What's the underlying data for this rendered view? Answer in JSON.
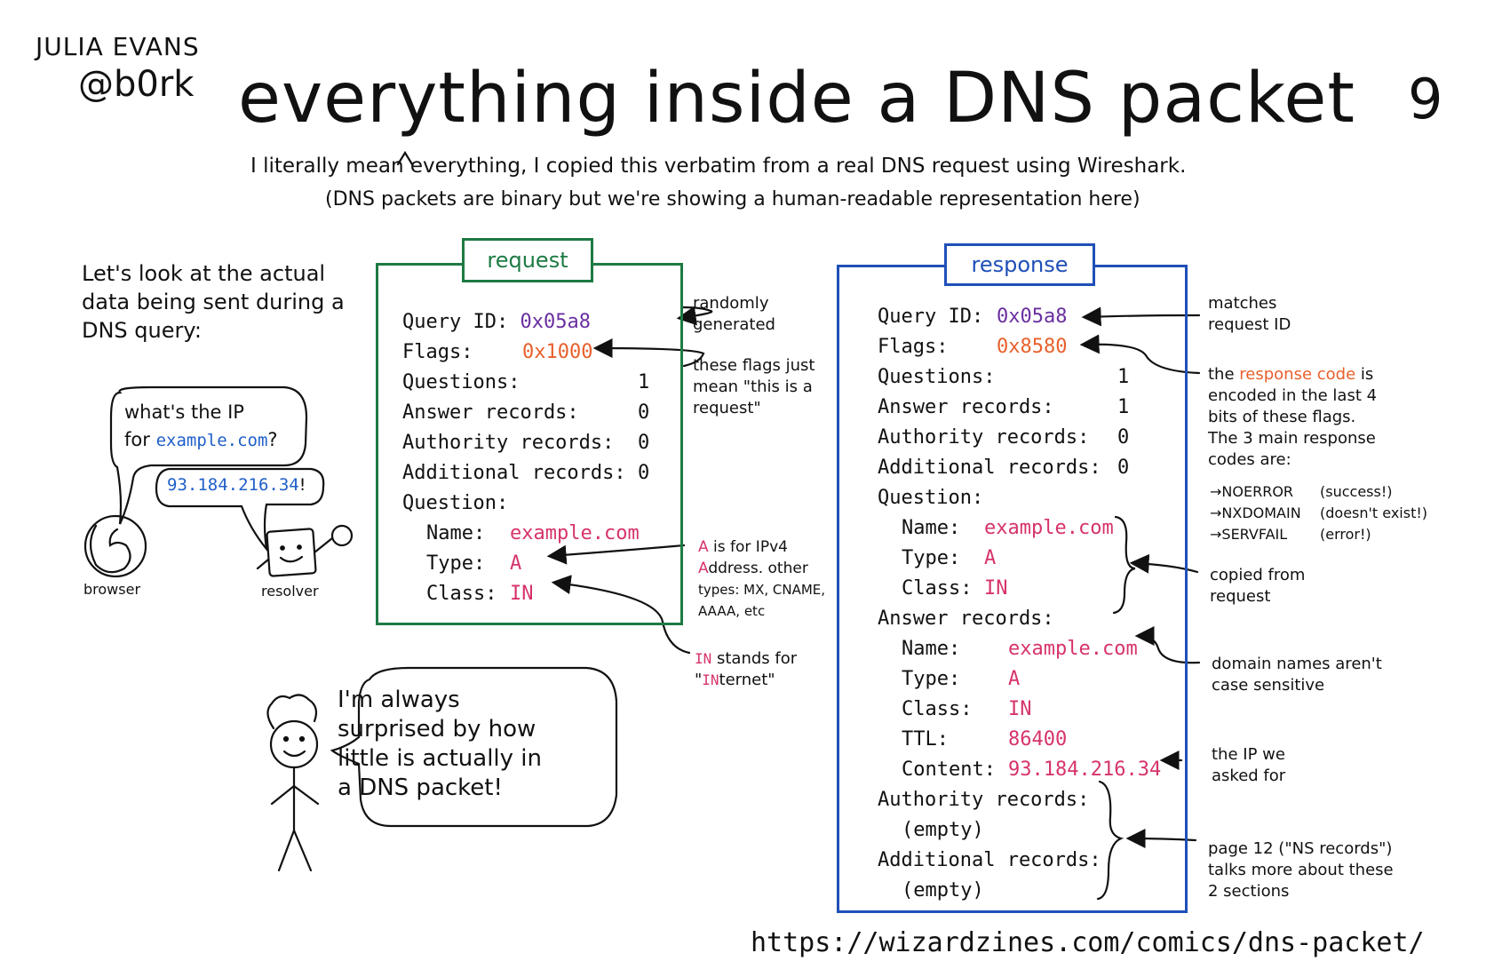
{
  "author": {
    "name": "JULIA EVANS",
    "handle": "@b0rk"
  },
  "title": "everything inside a DNS packet",
  "page_number": "9",
  "subtitle_1": "I literally mean everything, I copied this verbatim from a real DNS request using Wireshark.",
  "subtitle_2": "(DNS packets are binary but we're showing a human-readable representation here)",
  "intro": "Let's look at the actual data being sent during a DNS query:",
  "scene": {
    "question": "what's the IP",
    "question_2": "for",
    "question_domain": "example.com",
    "question_end": "?",
    "answer_ip": "93.184.216.34",
    "answer_end": "!",
    "browser_label": "browser",
    "resolver_label": "resolver"
  },
  "request": {
    "label": "request",
    "query_id_label": "Query ID:",
    "query_id": "0x05a8",
    "flags_label": "Flags:",
    "flags": "0x1000",
    "questions_label": "Questions:",
    "questions": "1",
    "answer_records_label": "Answer records:",
    "answer_records": "0",
    "authority_records_label": "Authority records:",
    "authority_records": "0",
    "additional_records_label": "Additional records:",
    "additional_records": "0",
    "question_label": "Question:",
    "name_label": "Name:",
    "name": "example.com",
    "type_label": "Type:",
    "type": "A",
    "class_label": "Class:",
    "class": "IN"
  },
  "request_notes": {
    "random_1": "randomly",
    "random_2": "generated",
    "flags_1": "these flags just",
    "flags_2": "mean \"this is a",
    "flags_3": "request\"",
    "a_1a": "A",
    "a_1b": " is for IPv4",
    "a_2a": "A",
    "a_2b": "ddress. other",
    "a_3": "types: MX, CNAME,",
    "a_4": "AAAA, etc",
    "in_1a": "IN",
    "in_1b": " stands for",
    "in_2a": "\"",
    "in_2b": "IN",
    "in_2c": "ternet\""
  },
  "response": {
    "label": "response",
    "query_id_label": "Query ID:",
    "query_id": "0x05a8",
    "flags_label": "Flags:",
    "flags": "0x8580",
    "questions_label": "Questions:",
    "questions": "1",
    "answer_records_label": "Answer records:",
    "answer_records": "1",
    "authority_records_label": "Authority records:",
    "authority_records": "0",
    "additional_records_label": "Additional records:",
    "additional_records": "0",
    "question_label": "Question:",
    "q_name_label": "Name:",
    "q_name": "example.com",
    "q_type_label": "Type:",
    "q_type": "A",
    "q_class_label": "Class:",
    "q_class": "IN",
    "answer_label": "Answer records:",
    "a_name_label": "Name:",
    "a_name": "example.com",
    "a_type_label": "Type:",
    "a_type": "A",
    "a_class_label": "Class:",
    "a_class": "IN",
    "a_ttl_label": "TTL:",
    "a_ttl": "86400",
    "a_content_label": "Content:",
    "a_content": "93.184.216.34",
    "authority_label": "Authority records:",
    "authority_empty": "(empty)",
    "additional_label": "Additional records:",
    "additional_empty": "(empty)"
  },
  "response_notes": {
    "match_1": "matches",
    "match_2": "request ID",
    "rc_1a": "the ",
    "rc_1b": "response code",
    "rc_1c": " is",
    "rc_2": "encoded in the last 4",
    "rc_3": "bits of these flags.",
    "rc_4": "The 3 main response",
    "rc_5": "codes are:",
    "codes": [
      {
        "code": "→NOERROR",
        "meaning": "(success!)"
      },
      {
        "code": "→NXDOMAIN",
        "meaning": "(doesn't exist!)"
      },
      {
        "code": "→SERVFAIL",
        "meaning": "(error!)"
      }
    ],
    "copied_1": "copied from",
    "copied_2": "request",
    "case_1": "domain names aren't",
    "case_2": "case sensitive",
    "ip_1": "the IP we",
    "ip_2": "asked for",
    "ns_1": "page 12 (\"NS records\")",
    "ns_2": "talks more about these",
    "ns_3": "2 sections"
  },
  "speech": {
    "line1": "I'm always",
    "line2": "surprised by how",
    "line3": "little is actually in",
    "line4": "a DNS packet!"
  },
  "url": "https://wizardzines.com/comics/dns-packet/",
  "colors": {
    "request_border": "#1d7a43",
    "response_border": "#1f4fb8",
    "query_id": "#6a2fa0",
    "flags": "#e8602c",
    "values": "#d6336c",
    "scene_blue": "#1f5fc9"
  }
}
